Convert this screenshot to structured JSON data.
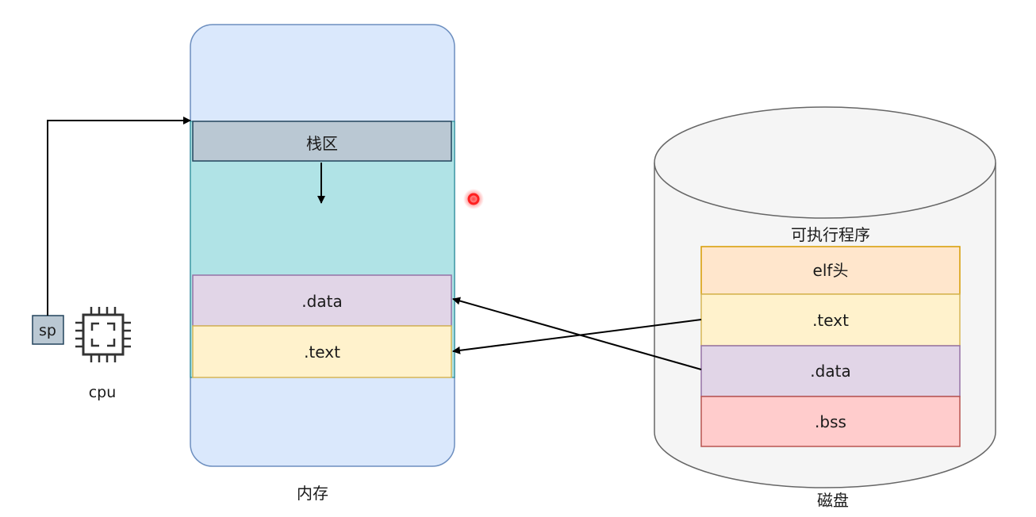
{
  "memory": {
    "label": "内存",
    "stack_label": "栈区",
    "data_label": ".data",
    "text_label": ".text"
  },
  "cpu": {
    "label": "cpu",
    "sp_label": "sp"
  },
  "disk": {
    "label": "磁盘",
    "program_title": "可执行程序",
    "sections": {
      "elf": "elf头",
      "text": ".text",
      "data": ".data",
      "bss": ".bss"
    }
  },
  "colors": {
    "memory_fill": "#dae8fc",
    "memory_stroke": "#6c8ebf",
    "free_area": "#b0e3e6",
    "stack_fill": "#bac8d3",
    "data_fill": "#e1d5e7",
    "text_fill": "#fff2cc",
    "elf_fill": "#ffe6cc",
    "bss_fill": "#ffcccc",
    "disk_fill": "#f5f5f5",
    "cursor": "#ff2020"
  }
}
